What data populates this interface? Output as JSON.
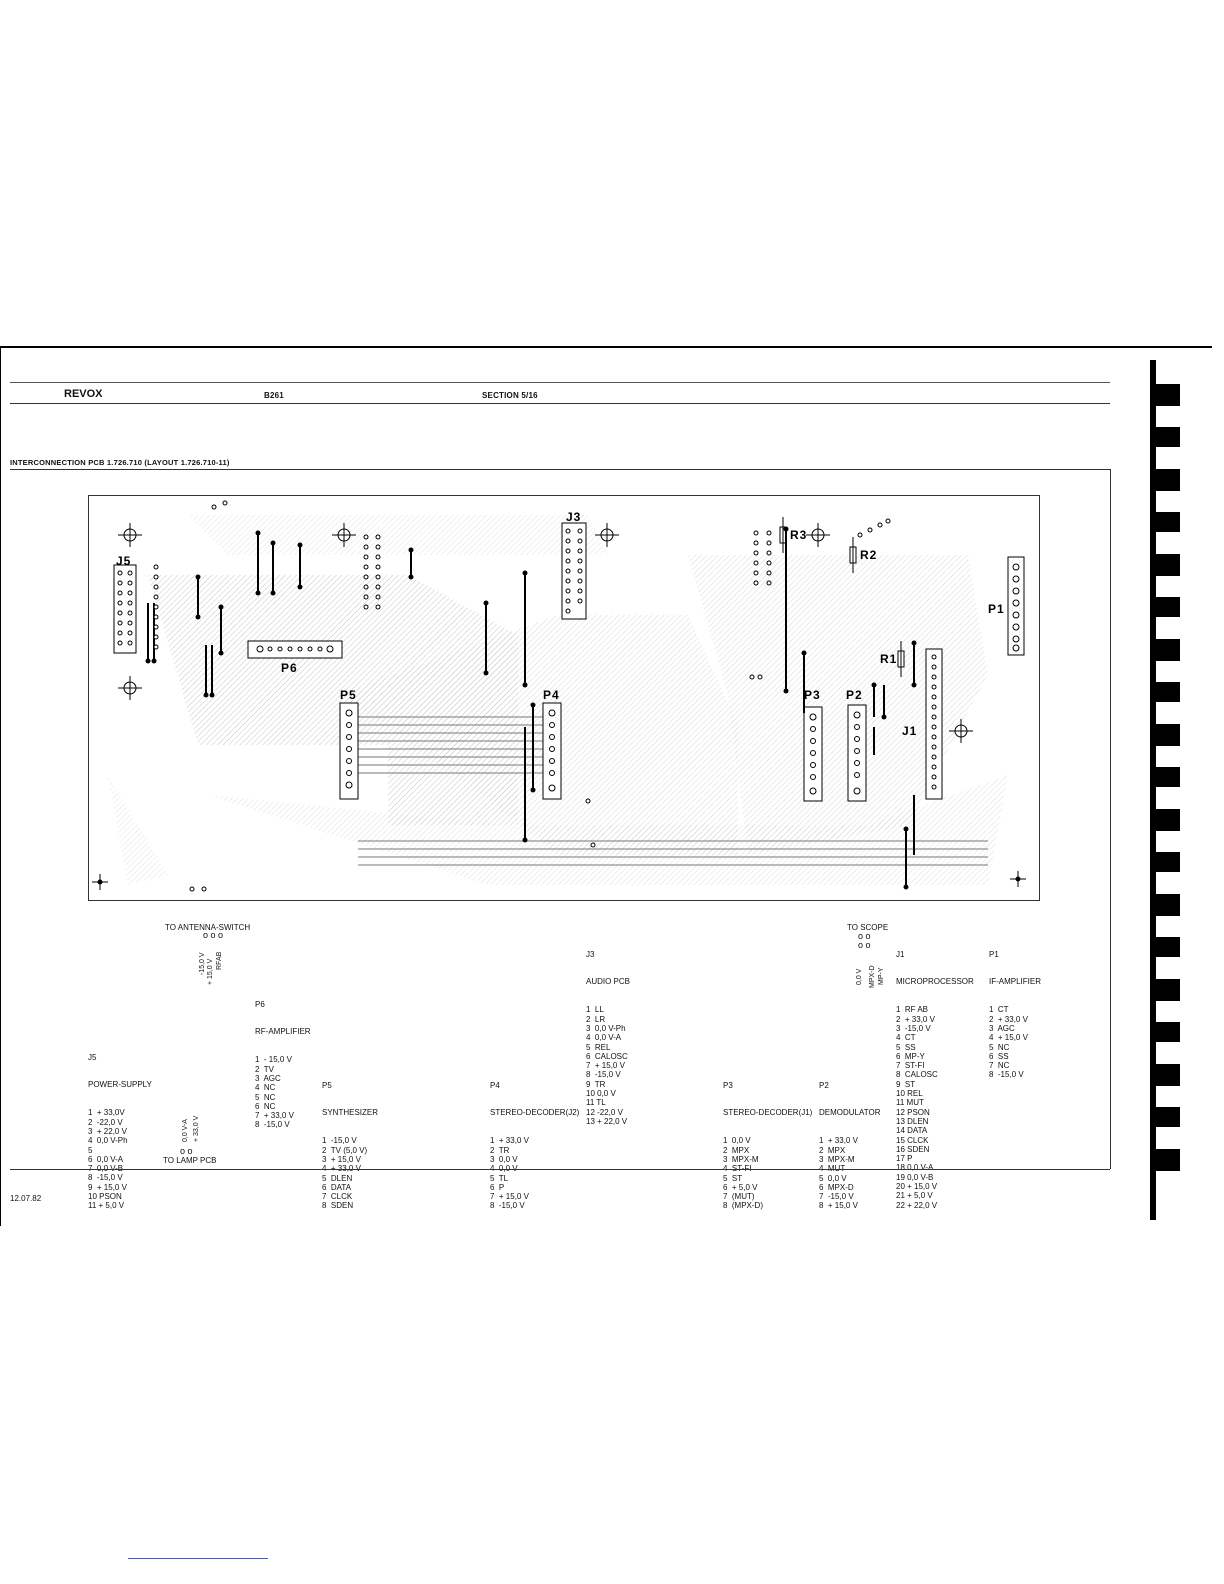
{
  "header": {
    "brand": "REVOX",
    "model": "B261",
    "section": "SECTION 5/16"
  },
  "title": "INTERCONNECTION PCB 1.726.710 (LAYOUT 1.726.710-11)",
  "footer_date": "12.07.82",
  "board": {
    "connectors": [
      "J5",
      "J3",
      "P1",
      "P6",
      "P5",
      "P4",
      "P3",
      "P2",
      "J1"
    ],
    "resistors": [
      "R3",
      "R2",
      "R1"
    ]
  },
  "antenna": {
    "title": "TO ANTENNA-SWITCH",
    "pins": [
      "-15,0 V",
      "+ 15,0 V",
      "RFAB"
    ]
  },
  "lamp": {
    "title": "TO LAMP PCB",
    "pins": [
      "0,0 V-A",
      "+ 33,0 V"
    ]
  },
  "scope": {
    "title": "TO SCOPE",
    "pins": [
      "0,0 V",
      "MPX-D",
      "MP-Y"
    ]
  },
  "lists": {
    "j5": {
      "id": "J5",
      "title": "POWER-SUPPLY",
      "items": [
        "1  + 33,0V",
        "2  -22,0 V",
        "3  + 22,0 V",
        "4  0,0 V-Ph",
        "5",
        "6  0,0 V-A",
        "7  0,0 V-B",
        "8  -15,0 V",
        "9  + 15,0 V",
        "10 PSON",
        "11 + 5,0 V"
      ]
    },
    "p6": {
      "id": "P6",
      "title": "RF-AMPLIFIER",
      "items": [
        "1  - 15,0 V",
        "2  TV",
        "3  AGC",
        "4  NC",
        "5  NC",
        "6  NC",
        "7  + 33,0 V",
        "8  -15,0 V"
      ]
    },
    "p5": {
      "id": "P5",
      "title": "SYNTHESIZER",
      "items": [
        "1  -15,0 V",
        "2  TV (5,0 V)",
        "3  + 15,0 V",
        "4  + 33,0 V",
        "5  DLEN",
        "6  DATA",
        "7  CLCK",
        "8  SDEN"
      ]
    },
    "p4": {
      "id": "P4",
      "title": "STEREO-DECODER(J2)",
      "items": [
        "1  + 33,0 V",
        "2  TR",
        "3  0,0 V",
        "4  0,0 V",
        "5  TL",
        "6  P",
        "7  + 15,0 V",
        "8  -15,0 V"
      ]
    },
    "j3": {
      "id": "J3",
      "title": "AUDIO PCB",
      "items": [
        "1  LL",
        "2  LR",
        "3  0,0 V-Ph",
        "4  0,0 V-A",
        "5  REL",
        "6  CALOSC",
        "7  + 15,0 V",
        "8  -15,0 V",
        "9  TR",
        "10 0,0 V",
        "11 TL",
        "12 -22,0 V",
        "13 + 22,0 V"
      ]
    },
    "p3": {
      "id": "P3",
      "title": "STEREO-DECODER(J1)",
      "items": [
        "1  0,0 V",
        "2  MPX",
        "3  MPX-M",
        "4  ST-FI",
        "5  ST",
        "6  + 5,0 V",
        "7  (MUT)",
        "8  (MPX-D)"
      ]
    },
    "p2": {
      "id": "P2",
      "title": "DEMODULATOR",
      "items": [
        "1  + 33,0 V",
        "2  MPX",
        "3  MPX-M",
        "4  MUT",
        "5  0,0 V",
        "6  MPX-D",
        "7  -15,0 V",
        "8  + 15,0 V"
      ]
    },
    "j1": {
      "id": "J1",
      "title": "MICROPROCESSOR",
      "items": [
        "1  RF AB",
        "2  + 33,0 V",
        "3  -15,0 V",
        "4  CT",
        "5  SS",
        "6  MP-Y",
        "7  ST-FI",
        "8  CALOSC",
        "9  ST",
        "10 REL",
        "11 MUT",
        "12 PSON",
        "13 DLEN",
        "14 DATA",
        "15 CLCK",
        "16 SDEN",
        "17 P",
        "18 0,0 V-A",
        "19 0,0 V-B",
        "20 + 15,0 V",
        "21 + 5,0 V",
        "22 + 22,0 V"
      ]
    },
    "p1": {
      "id": "P1",
      "title": "IF-AMPLIFIER",
      "items": [
        "1  CT",
        "2  + 33,0 V",
        "3  AGC",
        "4  + 15,0 V",
        "5  NC",
        "6  SS",
        "7  NC",
        "8  -15,0 V"
      ]
    }
  }
}
